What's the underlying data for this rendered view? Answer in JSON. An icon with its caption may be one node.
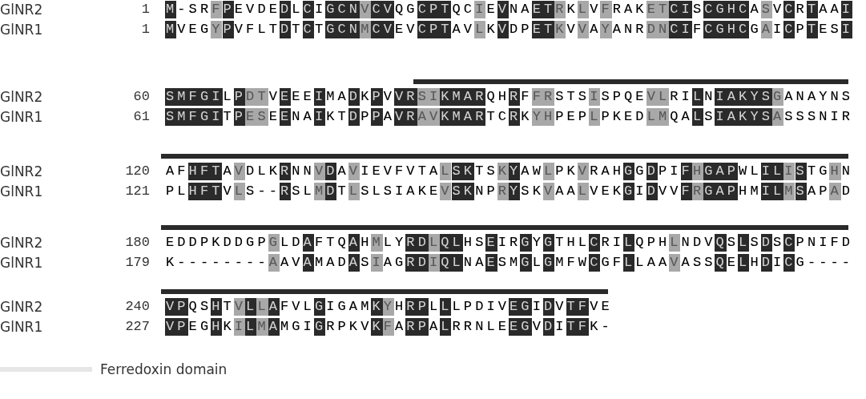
{
  "diagram": {
    "labels": [
      "GlNR2",
      "1",
      "M-SRFPEVDEDLCIGCNVCVQGCPTQCIEVNAETRKLVFRAKETCISCGHCASVCRTAAI",
      "GlNR1",
      "1",
      "MVEGYPVFLTDTCTGCNMCVEVCPTAVLKVDPETKVVAYANRDNCIFCGHCGAICPTESI",
      "GlNR2",
      "60",
      "SMFGILPDTVEEEIMADKPVVRSIKMARQHRFFRSTSISPQEVLRILNIAKYSGANAYNS",
      "GlNR1",
      "61",
      "SMFGITPESEENAIKTDPPAVRAVKMARTCRKYHPEPLPKEDLMQALSIAKYSASSSNIR",
      "GlNR2",
      "120",
      "AFHFTAVDLKRNNVDAVIEVFVTALSKTSKYAWLPKVRAHGGDPIFHGAPWLILISTGHN",
      "GlNR1",
      "121",
      "PLHFTVLS--RSLMDTLSLSIAKEVSKNPRYSKVAALVEKGIDVVFRGAPHMILMSAPAD",
      "GlNR2",
      "180",
      "EDDPKDDGPGLDAFTQAHMLYRDLQLHSEIRGYGTHLCRILQPHLNDVQSLSDSCPNIFD",
      "GlNR1",
      "179",
      "K--------AAVAMADASIAGRDIQLNAESMGLGMFWCGFLLAAVASSQELHDICG----",
      "GlNR2",
      "240",
      "VPQSHTVLLAFVLGIGAMKYHRPLLLPDIVEGIDVTFVE",
      "GlNR1",
      "227",
      "VPEGHKILMAMGIGRPKVKFARPALRRNLEEGVDITFK-"
    ],
    "legend": [
      {
        "text": "Ferredoxin domain"
      }
    ]
  }
}
